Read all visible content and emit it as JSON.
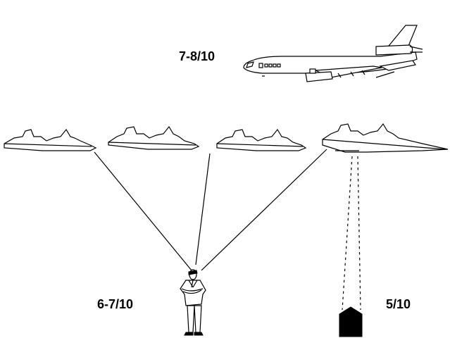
{
  "labels": {
    "aircraft_level": "7-8/10",
    "observer_level": "6-7/10",
    "ground_instrument_level": "5/10"
  },
  "colors": {
    "ink": "#000000",
    "background": "#ffffff"
  },
  "icons": {
    "aircraft": "airliner-icon",
    "observer": "person-icon",
    "instrument": "ground-sensor-icon",
    "clouds": "cloud-layer-icon"
  }
}
